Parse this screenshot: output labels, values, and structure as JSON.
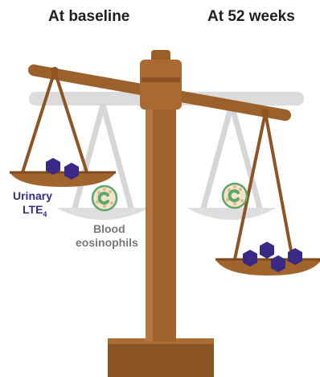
{
  "headings": {
    "left": "At baseline",
    "right": "At 52 weeks"
  },
  "labels": {
    "urinary": "Urinary",
    "lte_base": "LTE",
    "lte_subscript": "4",
    "blood_line1": "Blood",
    "blood_line2": "eosinophils"
  },
  "colors": {
    "scale_brown": "#a0642c",
    "scale_dark": "#7d4a1e",
    "ghost_scale": "#d9d9d9",
    "hexagon": "#3a2a86",
    "cell_ring": "#5aa86a",
    "cell_fill": "#f3e3c8",
    "urinary_text": "#3a2a86",
    "blood_text": "#7a7a7a"
  },
  "icons": {
    "lte4": "purple-hexagon-icon",
    "eosinophil": "eosinophil-cell-icon"
  }
}
